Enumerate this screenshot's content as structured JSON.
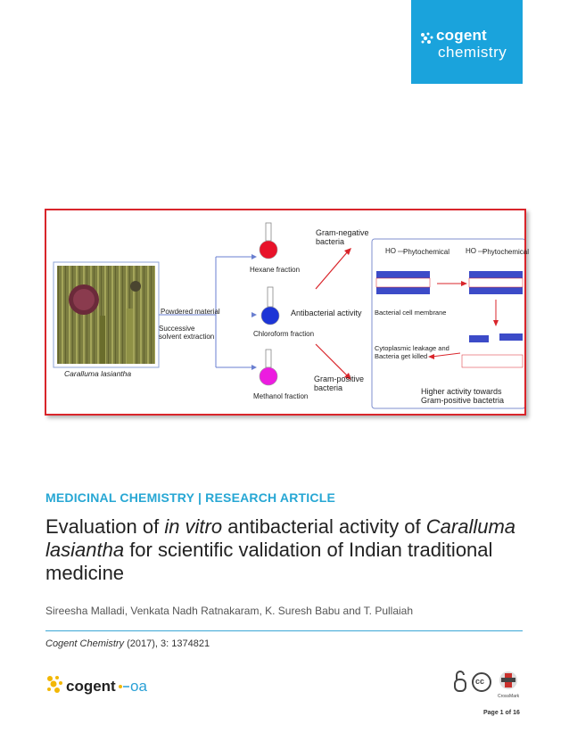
{
  "brand": {
    "line1": "cogent",
    "line2": "chemistry",
    "color": "#1aa3dc"
  },
  "graphic": {
    "photo_caption": "Caralluma lasiantha",
    "powdered": "Powdered material",
    "extraction": "Successive solvent extraction",
    "hexane": "Hexane fraction",
    "chloroform": "Chloroform fraction",
    "methanol": "Methanol fraction",
    "antibacterial": "Antibacterial activity",
    "gram_negative": "Gram-negative bacteria",
    "gram_positive": "Gram-positive bacteria",
    "ho": "HO",
    "phytochemical": "Phytochemical",
    "membrane": "Bacterial cell membrane",
    "leakage": "Cytoplasmic leakage and Bacteria get killed",
    "higher": "Higher activity towards Gram-positive bactetria",
    "colors": {
      "border": "#d9252b",
      "hexane": "#e8132a",
      "chloroform": "#1d35d6",
      "methanol": "#ec1ce0",
      "arrow": "#d9252b",
      "membrane": "#3c4bc8"
    }
  },
  "article": {
    "section": "MEDICINAL CHEMISTRY | RESEARCH ARTICLE",
    "title_part1": "Evaluation of ",
    "title_italic1": "in vitro",
    "title_part2": " antibacterial activity of ",
    "title_italic2": "Caralluma lasiantha",
    "title_part3": " for scientific validation of Indian traditional medicine",
    "authors": "Sireesha Malladi, Venkata Nadh Ratnakaram, K. Suresh Babu and T. Pullaiah",
    "citation_journal": "Cogent Chemistry",
    "citation_rest": " (2017), 3: 1374821"
  },
  "footer": {
    "logo_text": "cogent",
    "logo_oa": "oa",
    "crossmark": "CrossMark",
    "cc": "cc",
    "page": "Page 1 of 16"
  }
}
